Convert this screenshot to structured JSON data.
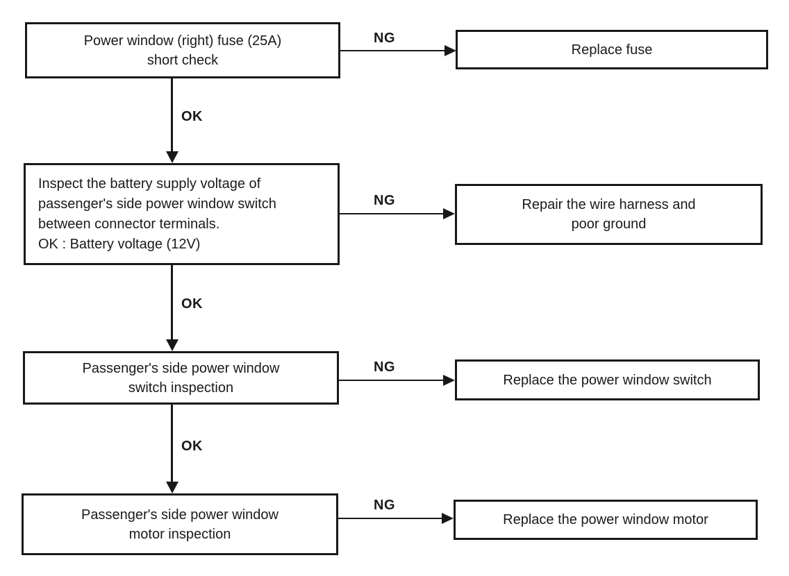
{
  "labels": {
    "ng": "NG",
    "ok": "OK"
  },
  "colors": {
    "ink": "#1a1a1a",
    "background": "#ffffff"
  },
  "flowchart": {
    "steps": [
      {
        "check": "Power window (right) fuse (25A)\nshort check",
        "ng_action": "Replace fuse"
      },
      {
        "check": "Inspect the battery supply voltage of\npassenger's side power window switch\nbetween connector terminals.\nOK : Battery voltage (12V)",
        "ng_action": "Repair the wire harness and\npoor ground"
      },
      {
        "check": "Passenger's side power window\nswitch inspection",
        "ng_action": "Replace the power window switch"
      },
      {
        "check": "Passenger's side power window\nmotor inspection",
        "ng_action": "Replace the power window motor"
      }
    ]
  }
}
